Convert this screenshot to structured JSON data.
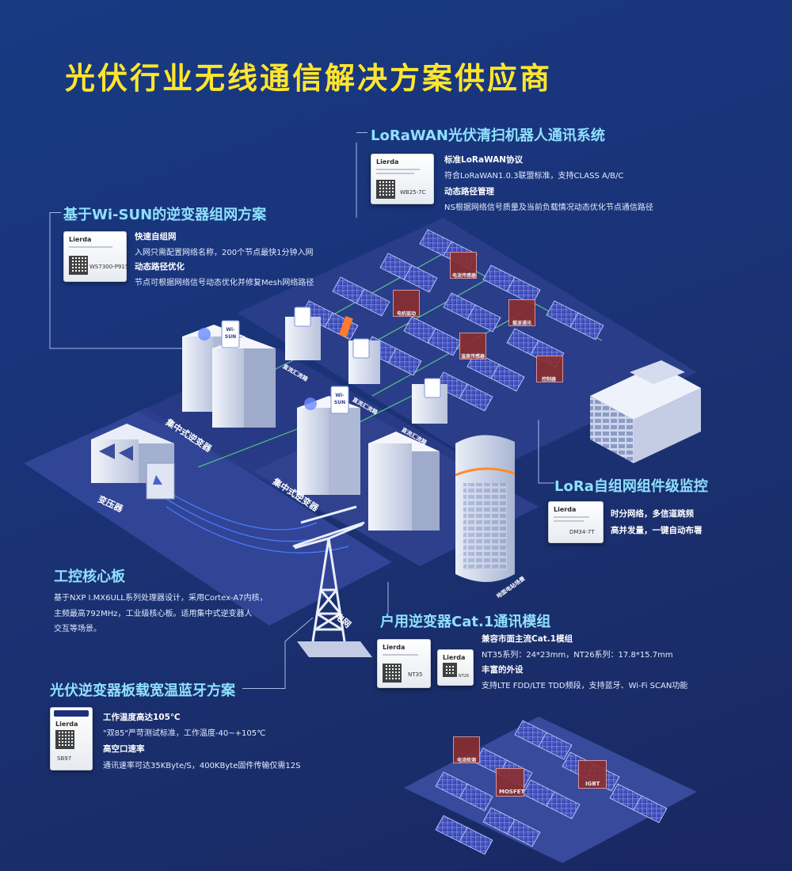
{
  "title": "光伏行业无线通信解决方案供应商",
  "colors": {
    "title": "#ffe52e",
    "section_title": "#8fe0ff",
    "background_top": "#173a82",
    "background_bottom": "#192762",
    "connector_line": "#a8b8e6"
  },
  "sections": {
    "lorawan": {
      "title": "LoRaWAN光伏清扫机器人通讯系统",
      "module": {
        "brand": "Lierda",
        "model": "WB25-7C"
      },
      "features": [
        {
          "heading": "标准LoRaWAN协议",
          "text": "符合LoRaWAN1.0.3联盟标准，支持CLASS A/B/C"
        },
        {
          "heading": "动态路径管理",
          "text": "NS根据网络信号质量及当前负载情况动态优化节点通信路径"
        }
      ]
    },
    "wisun": {
      "title": "基于Wi-SUN的逆变器组网方案",
      "module": {
        "brand": "Lierda",
        "model": "WS7300-P915"
      },
      "features": [
        {
          "heading": "快速自组网",
          "text": "入网只需配置网络名称，200个节点最快1分钟入网"
        },
        {
          "heading": "动态路径优化",
          "text": "节点可根据网络信号动态优化并修复Mesh网络路径"
        }
      ]
    },
    "lora_mesh": {
      "title": "LoRa自组网组件级监控",
      "module": {
        "brand": "Lierda",
        "model": "DM34-7T"
      },
      "features": [
        {
          "heading": "时分网络，多信道跳频"
        },
        {
          "heading": "高并发量，一键自动布署"
        }
      ]
    },
    "core_board": {
      "title": "工控核心板",
      "lines": [
        "基于NXP I.MX6ULL系列处理器设计，采用Cortex-A7内核，",
        "主频最高792MHz，工业级核心板。适用集中式逆变器人",
        "交互等场景。"
      ]
    },
    "cat1": {
      "title": "户用逆变器Cat.1通讯模组",
      "modules": [
        {
          "brand": "Lierda",
          "model": "NT35"
        },
        {
          "brand": "Lierda",
          "model": "NT26"
        }
      ],
      "features": [
        {
          "heading": "兼容市面主流Cat.1模组",
          "text": "NT35系列：24*23mm，NT26系列：17.8*15.7mm"
        },
        {
          "heading": "丰富的外设",
          "text": "支持LTE FDD/LTE TDD频段，支持蓝牙、Wi-Fi SCAN功能"
        }
      ]
    },
    "bluetooth": {
      "title": "光伏逆变器板载宽温蓝牙方案",
      "module": {
        "brand": "Lierda",
        "model": "SB97"
      },
      "features": [
        {
          "heading": "工作温度高达105℃",
          "text": "\"双85\"严苛测试标准，工作温度-40~+105℃"
        },
        {
          "heading": "高空口速率",
          "text": "通讯速率可达35KByte/S，400KByte固件传输仅需12S"
        }
      ]
    }
  },
  "scene": {
    "labels": {
      "central_inverter_1": "集中式逆变器",
      "central_inverter_2": "集中式逆变器",
      "transformer": "变压器",
      "dc_combiner_1": "直流汇流箱",
      "dc_combiner_2": "直流汇流箱",
      "dc_combiner_3": "直流汇流箱",
      "grid": "电网",
      "ground_station": "地面电站场景",
      "wisun_badge": "Wi-SUN"
    },
    "chips": {
      "current_sensor": "电流传感器",
      "motor_drive": "电机驱动",
      "wireless_comm": "载波通讯",
      "temp_sensor": "温度传感器",
      "controller": "控制器",
      "current_detect": "电流检测",
      "mosfet": "MOSFET",
      "igbt": "IGBT"
    }
  }
}
